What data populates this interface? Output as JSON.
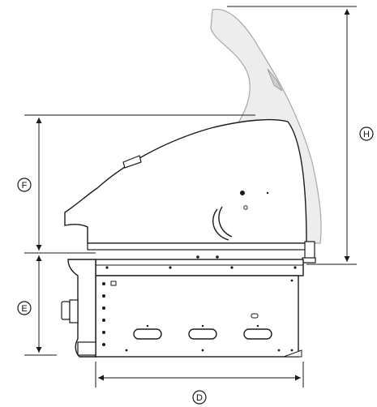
{
  "labels": {
    "f": "F",
    "e": "E",
    "h": "H",
    "d": "D"
  },
  "colors": {
    "ink": "#1a1a1a",
    "ghost_fill": "#ededed",
    "ghost_stroke": "#a8a8a8",
    "body_fill": "#ffffff"
  }
}
